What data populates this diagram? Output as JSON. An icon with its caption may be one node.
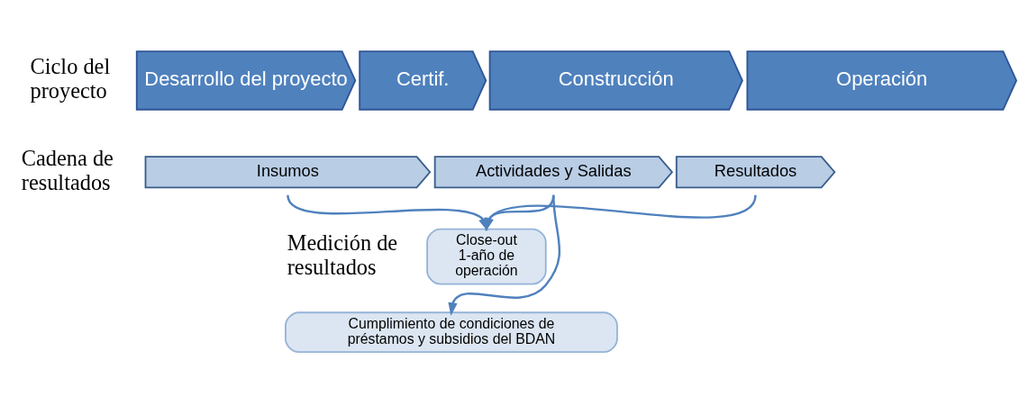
{
  "diagram": {
    "nodes": [
      {
        "text": [
          "Desarrollo del proyecto"
        ]
      },
      {
        "text": [
          "Certif."
        ]
      },
      {
        "text": [
          "Construcción"
        ]
      },
      {
        "text": [
          "Operación"
        ]
      },
      {
        "text": [
          "Insumos"
        ]
      },
      {
        "text": [
          "Actividades y Salidas"
        ]
      },
      {
        "text": [
          "Resultados"
        ]
      },
      {
        "text": [
          "Close-out 1-año de operación"
        ]
      },
      {
        "text": [
          "Cumplimiento de condiciones de préstamos y subsidios del BDAN"
        ]
      }
    ],
    "edges": [
      {
        "from": 4,
        "to": 7,
        "arrow": "to"
      },
      {
        "from": 5,
        "to": 7,
        "arrow": "to"
      },
      {
        "from": 6,
        "to": 7,
        "arrow": "to"
      },
      {
        "from": 5,
        "to": 8,
        "arrow": "to"
      }
    ],
    "labels": [
      "Ciclo del proyecto",
      "Cadena de resultados",
      "Medición de resultados"
    ]
  }
}
